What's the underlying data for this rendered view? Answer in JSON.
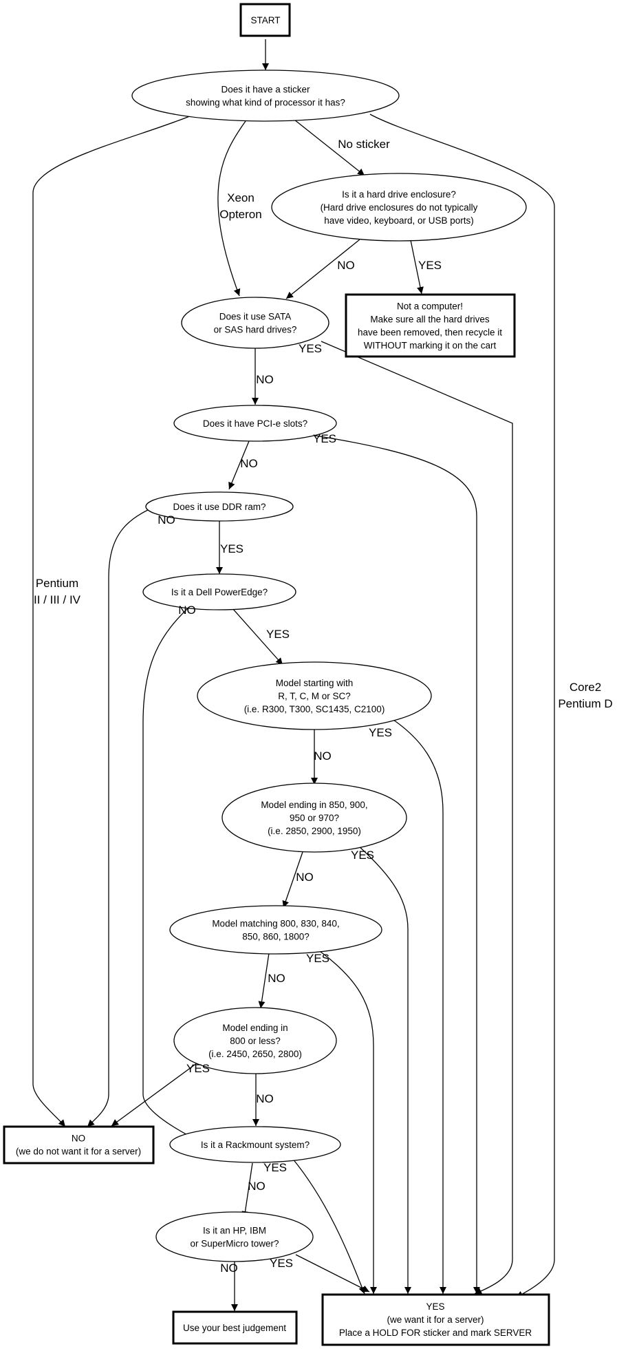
{
  "nodes": {
    "start": [
      "START"
    ],
    "sticker": [
      "Does it have a sticker",
      "showing what kind of processor it has?"
    ],
    "enclosure": [
      "Is it a hard drive enclosure?",
      "(Hard drive enclosures do not typically",
      "have video, keyboard, or USB ports)"
    ],
    "not_computer": [
      "Not a computer!",
      "Make sure all the hard drives",
      "have been removed, then recycle it",
      "WITHOUT marking it on the cart"
    ],
    "sata": [
      "Does it use SATA",
      "or SAS hard drives?"
    ],
    "pcie": [
      "Does it have PCI-e slots?"
    ],
    "ddr": [
      "Does it use DDR ram?"
    ],
    "dell": [
      "Is it a Dell PowerEdge?"
    ],
    "model_rtcm": [
      "Model starting with",
      "R, T, C, M or SC?",
      "(i.e. R300, T300, SC1435, C2100)"
    ],
    "model_850": [
      "Model ending in 850, 900,",
      "950 or 970?",
      "(i.e. 2850, 2900, 1950)"
    ],
    "model_800": [
      "Model matching 800, 830, 840,",
      "850, 860, 1800?"
    ],
    "model_le800": [
      "Model ending in",
      "800 or less?",
      "(i.e. 2450, 2650, 2800)"
    ],
    "no_server": [
      "NO",
      "(we do not want it for a server)"
    ],
    "rackmount": [
      "Is it a Rackmount system?"
    ],
    "tower": [
      "Is it an HP, IBM",
      "or SuperMicro tower?"
    ],
    "judgement": [
      "Use your best judgement"
    ],
    "yes_server": [
      "YES",
      "(we want it for a server)",
      "Place a HOLD FOR sticker and mark SERVER"
    ]
  },
  "edge_labels": {
    "no_sticker": [
      "No sticker"
    ],
    "xeon": [
      "Xeon",
      "Opteron"
    ],
    "pentium": [
      "Pentium",
      "II / III / IV"
    ],
    "core2": [
      "Core2",
      "Pentium D"
    ],
    "enclosure_no": [
      "NO"
    ],
    "enclosure_yes": [
      "YES"
    ],
    "sata_yes": [
      "YES"
    ],
    "sata_no": [
      "NO"
    ],
    "pcie_yes": [
      "YES"
    ],
    "pcie_no": [
      "NO"
    ],
    "ddr_no": [
      "NO"
    ],
    "ddr_yes": [
      "YES"
    ],
    "dell_no": [
      "NO"
    ],
    "dell_yes": [
      "YES"
    ],
    "rtcm_yes": [
      "YES"
    ],
    "rtcm_no": [
      "NO"
    ],
    "m850_yes": [
      "YES"
    ],
    "m850_no": [
      "NO"
    ],
    "m800_yes": [
      "YES"
    ],
    "m800_no": [
      "NO"
    ],
    "le800_yes": [
      "YES"
    ],
    "le800_no": [
      "NO"
    ],
    "rack_yes": [
      "YES"
    ],
    "rack_no": [
      "NO"
    ],
    "tower_no": [
      "NO"
    ],
    "tower_yes": [
      "YES"
    ]
  }
}
